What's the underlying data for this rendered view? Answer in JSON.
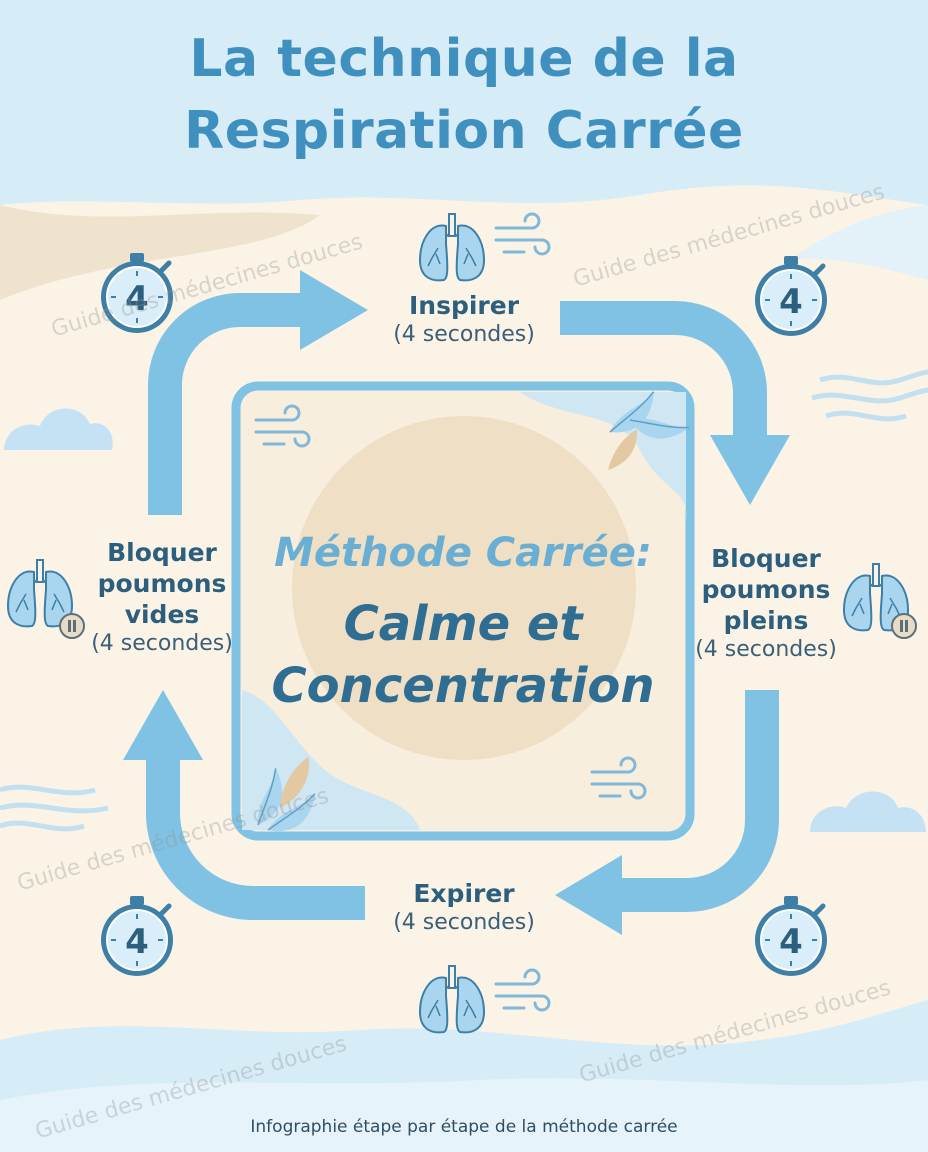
{
  "title": {
    "line1": "La technique de la",
    "line2": "Respiration Carrée"
  },
  "steps": {
    "inhale": {
      "name": "Inspirer",
      "duration": "(4 secondes)"
    },
    "hold_full": {
      "name_lines": [
        "Bloquer",
        "poumons",
        "pleins"
      ],
      "duration": "(4 secondes)"
    },
    "exhale": {
      "name": "Expirer",
      "duration": "(4 secondes)"
    },
    "hold_empty": {
      "name_lines": [
        "Bloquer",
        "poumons",
        "vides"
      ],
      "duration": "(4 secondes)"
    }
  },
  "center": {
    "line1": "Méthode Carrée:",
    "line2": "Calme et",
    "line3": "Concentration"
  },
  "timer_count": "4",
  "watermark": "Guide des médecines douces",
  "caption": "Infographie étape par étape de la méthode carrée",
  "colors": {
    "title": "#3f8fbf",
    "arrow": "#7fc2e3",
    "text_dark": "#2c5f7e",
    "background": "#fbf3e6",
    "sky": "#d6ecf7",
    "icon_fill": "#a9d5ee",
    "icon_stroke": "#3d7fa6",
    "leaf_tan": "#e3c9a2"
  }
}
